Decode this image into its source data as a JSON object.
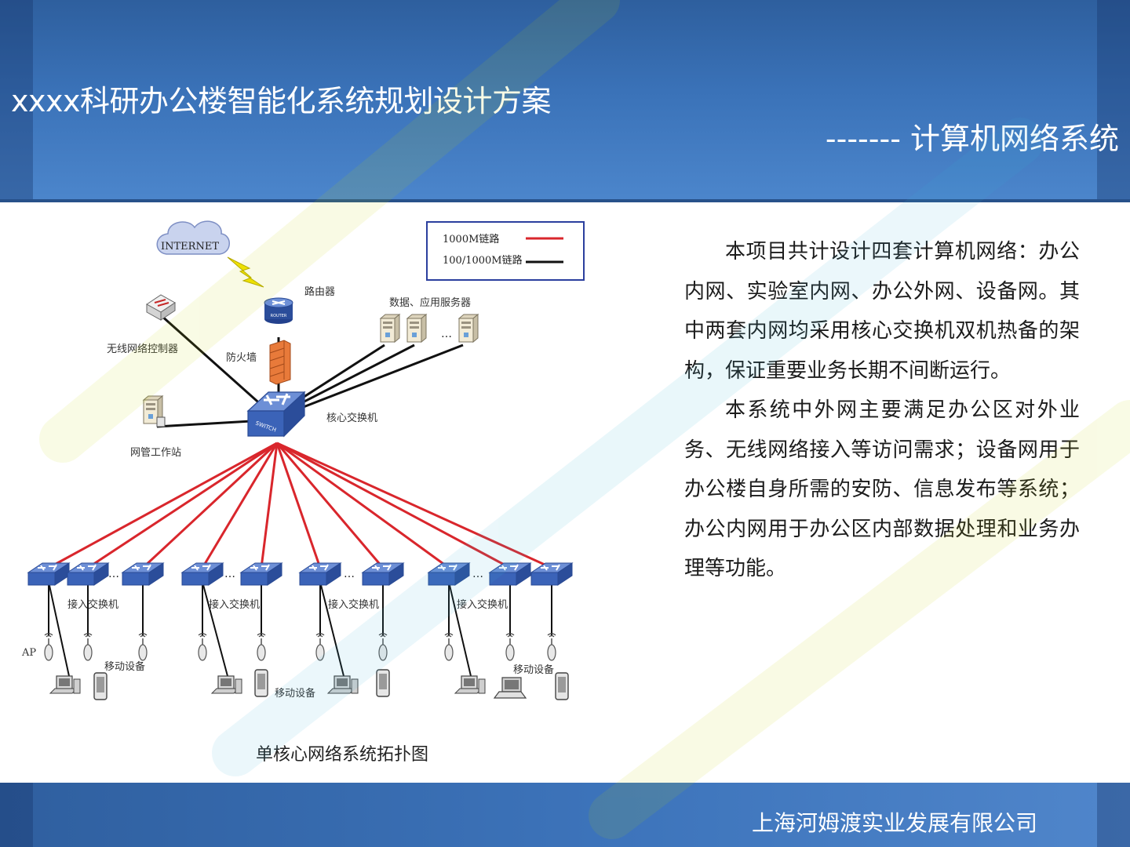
{
  "header": {
    "title": "xxxx科研办公楼智能化系统规划设计方案",
    "subtitle": "------- 计算机网络系统"
  },
  "diagram": {
    "cloud_label": "INTERNET",
    "legend": [
      {
        "label": "1000M链路",
        "color": "#d9262c"
      },
      {
        "label": "100/1000M链路",
        "color": "#111111"
      }
    ],
    "router_label": "路由器",
    "router_device_text": "ROUTER",
    "firewall_label": "防火墙",
    "wlc_label": "无线网络控制器",
    "servers_label": "数据、应用服务器",
    "core_label": "核心交换机",
    "core_device_text": "SWITCH",
    "nms_label": "网管工作站",
    "ellipsis": "…",
    "access_labels": [
      "接入交换机",
      "接入交换机",
      "接入交换机",
      "接入交换机"
    ],
    "ap_label": "AP",
    "mobile_labels": [
      "移动设备",
      "移动设备",
      "移动设备"
    ],
    "caption": "单核心网络系统拓扑图"
  },
  "text": {
    "paragraphs": [
      "本项目共计设计四套计算机网络：办公内网、实验室内网、办公外网、设备网。其中两套内网均采用核心交换机双机热备的架构，保证重要业务长期不间断运行。",
      "本系统中外网主要满足办公区对外业务、无线网络接入等访问需求；设备网用于办公楼自身所需的安防、信息发布等系统；办公内网用于办公区内部数据处理和业务办理等功能。"
    ]
  },
  "footer": {
    "company": "上海河姆渡实业发展有限公司"
  },
  "colors": {
    "header_blue": "#3a72b8",
    "link_red": "#d9262c",
    "link_black": "#111111",
    "device_blue": "#3b63b8"
  }
}
